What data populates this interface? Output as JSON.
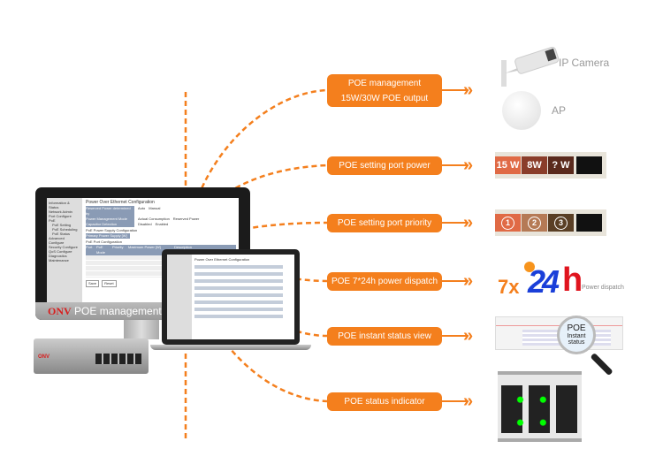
{
  "callouts": [
    {
      "lines": [
        "POE management",
        "15W/30W POE output"
      ]
    },
    {
      "lines": [
        "POE setting port power"
      ]
    },
    {
      "lines": [
        "POE setting port priority"
      ]
    },
    {
      "lines": [
        "POE 7*24h  power dispatch"
      ]
    },
    {
      "lines": [
        "POE instant status view"
      ]
    },
    {
      "lines": [
        "POE status indicator"
      ]
    }
  ],
  "devices": {
    "camera": "IP Camera",
    "ap": "AP"
  },
  "port_power": [
    "15 W",
    "8W",
    "? W"
  ],
  "port_priority": [
    "1",
    "2",
    "3"
  ],
  "dispatch": {
    "prefix": "7x",
    "big": "24",
    "h": "h",
    "caption": "Power dispatch"
  },
  "magnifier": {
    "line1": "POE",
    "line2": "Instant status"
  },
  "monitor": {
    "brand": "ONV",
    "caption": "POE management",
    "sidebar": [
      "Information & Status",
      "Network Admin",
      "Port Configure",
      "PoE",
      "PoE Setting",
      "PoE Scheduling",
      "PoE Status",
      "Advanced Configure",
      "Security Configure",
      "QoS Configure",
      "Diagnostics",
      "Maintenance"
    ],
    "title": "Power Over Ethernet Configuration",
    "config_rows": [
      [
        "Reserved Power determined by",
        "Auto",
        "Manual"
      ],
      [
        "Power Management Mode",
        "Actual Consumption",
        "Reserved Power"
      ],
      [
        "Capacitor Detection",
        "Disabled",
        "Enabled"
      ]
    ],
    "supply_title": "PoE Power Supply Configuration",
    "supply_header": "Primary Power Supply [W]",
    "port_title": "PoE Port Configuration",
    "port_headers": [
      "Port",
      "PoE Mode",
      "Priority",
      "Maximum Power [W]",
      "Description"
    ],
    "buttons": [
      "Save",
      "Reset"
    ]
  },
  "colors": {
    "accent": "#f47f1d",
    "dispatch_blue": "#1a3fd9",
    "dispatch_red": "#e0141e"
  }
}
